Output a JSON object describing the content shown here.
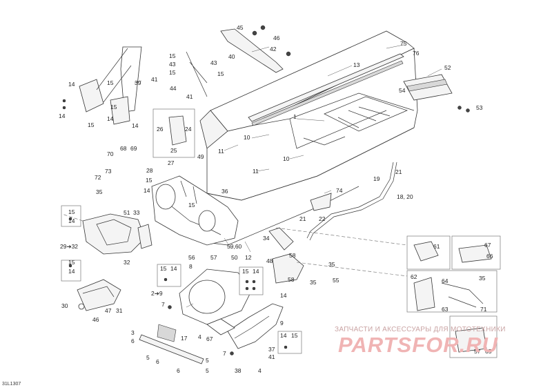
{
  "diagram_code": "31L1307",
  "watermark": {
    "caption": "ЗАПЧАСТИ И АКСЕССУАРЫ ДЛЯ МОТОТЕХНИКИ",
    "logo": "PARTSFOR.RU"
  },
  "callouts": {
    "c45": "45",
    "c46": "46",
    "c42": "42",
    "c40": "40",
    "c15a": "15",
    "c43a": "43",
    "c15b": "15",
    "c43b": "43",
    "c15c": "15",
    "c41a": "41",
    "c44": "44",
    "c41b": "41",
    "c39": "39",
    "c14a": "14",
    "c15d": "15",
    "c14b": "14",
    "c15e": "15",
    "c14c": "14",
    "c15f": "15",
    "c14d": "14",
    "c75": "75",
    "c76": "76",
    "c13": "13",
    "c52": "52",
    "c54": "54",
    "c53": "53",
    "c1": "1",
    "c11a": "11",
    "c10a": "10",
    "c26": "26",
    "c24": "24",
    "c25": "25",
    "c70": "70",
    "c68": "68",
    "c69": "69",
    "c73": "73",
    "c72": "72",
    "c27": "27",
    "c28": "28",
    "c49": "49",
    "c11b": "11",
    "c10b": "10",
    "c21": "21",
    "c19": "19",
    "c18_20": "18, 20",
    "c74": "74",
    "c22": "22",
    "c36": "36",
    "c35a": "35",
    "c15g": "15",
    "c14e": "14",
    "c15h": "15",
    "c15i": "15",
    "c51": "51",
    "c33": "33",
    "c29_32": "29➔32",
    "c32": "32",
    "c34": "34",
    "c59_60": "59,60",
    "c12": "12",
    "c50": "50",
    "c57a": "57",
    "c56": "56",
    "c61": "61",
    "c67a": "67",
    "c66": "66",
    "c48": "48",
    "c58a": "58",
    "c35b": "35",
    "c55": "55",
    "c58b": "58",
    "c35c": "35",
    "c62": "62",
    "c64": "64",
    "c35d": "35",
    "c63": "63",
    "c71": "71",
    "c15j": "15",
    "c14f": "14",
    "c15k": "15",
    "c14g": "14",
    "c8": "8",
    "c15l": "15",
    "c14h": "14",
    "c2_9": "2➔9",
    "c7a": "7",
    "c14i": "14",
    "c9": "9",
    "c30": "30",
    "c47": "47",
    "c31": "31",
    "c46b": "46",
    "c3": "3",
    "c17": "17",
    "c6a": "6",
    "c5a": "5",
    "c6b": "6",
    "c4a": "4",
    "c67b": "67",
    "c14j": "14",
    "c15m": "15",
    "c37": "37",
    "c41c": "41",
    "c7b": "7",
    "c5b": "5",
    "c6c": "6",
    "c5c": "5",
    "c38": "38",
    "c4b": "4",
    "c57b": "57",
    "c65": "65"
  }
}
